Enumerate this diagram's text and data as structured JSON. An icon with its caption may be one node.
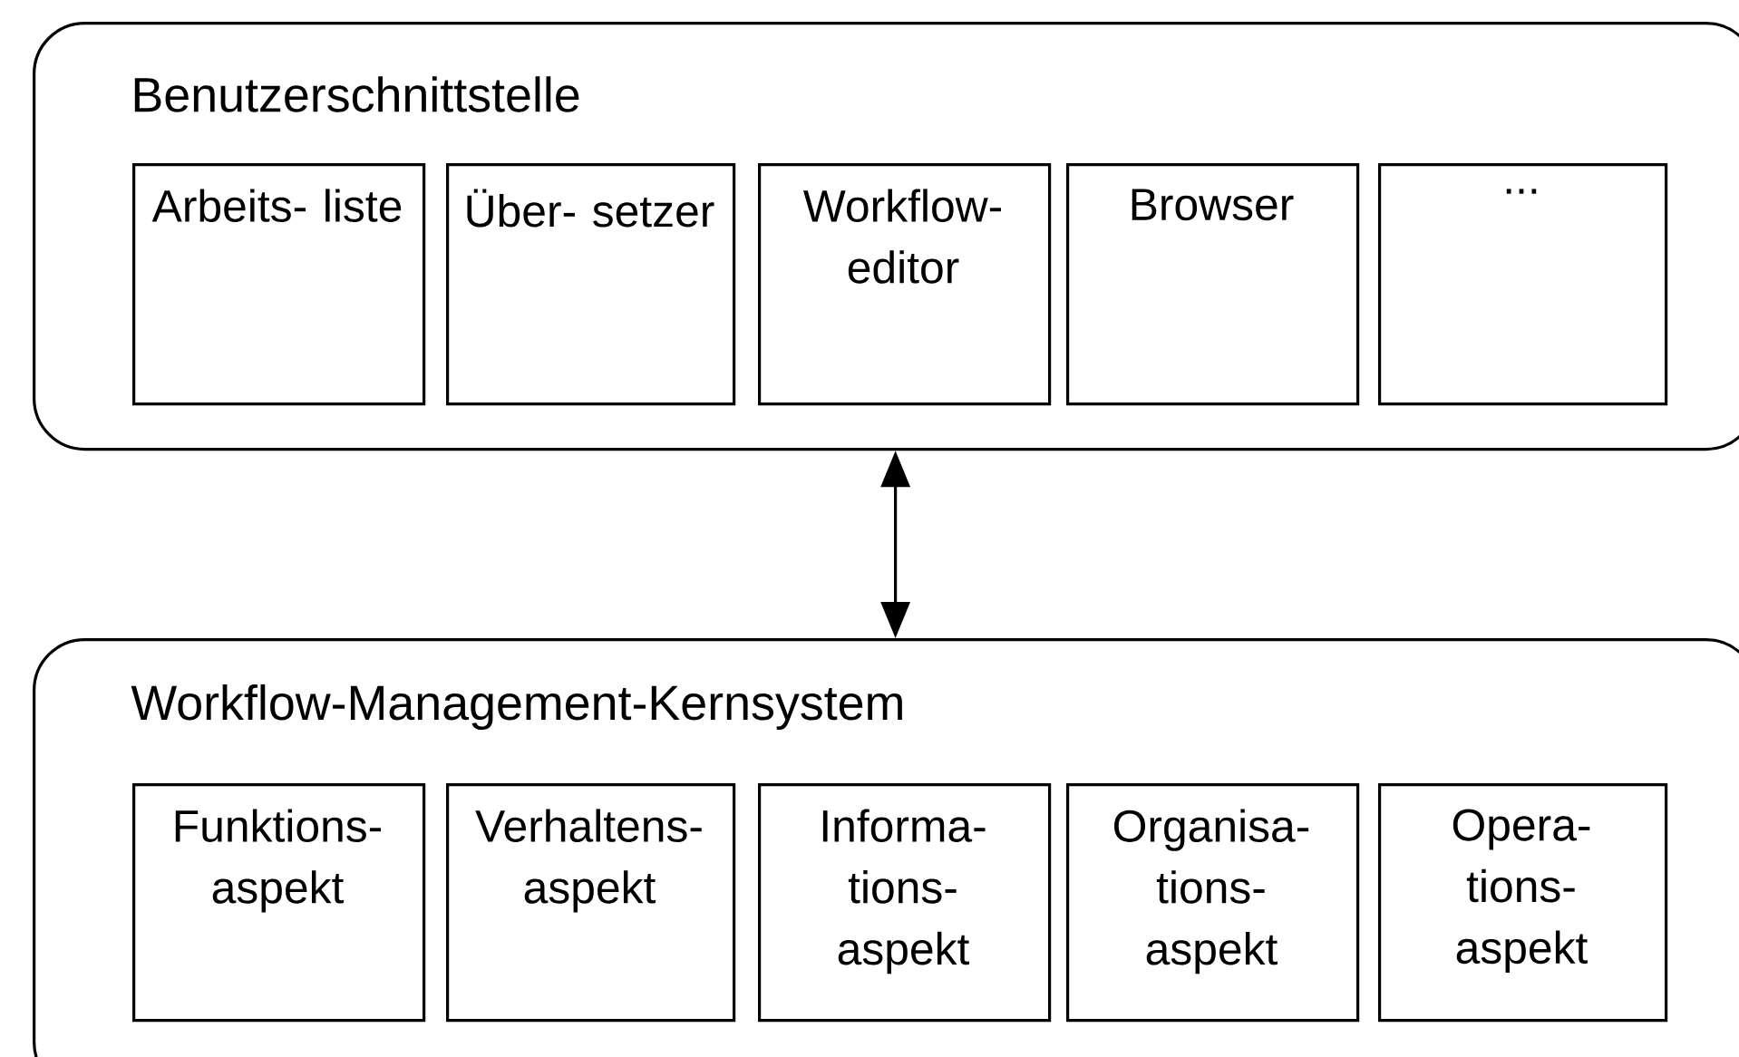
{
  "diagram": {
    "nodes": [
      {
        "text": [
          "Benutzerschnittstelle"
        ]
      },
      {
        "text": [
          "Arbeits- liste"
        ],
        "in": 0
      },
      {
        "text": [
          "Über- setzer"
        ],
        "in": 0
      },
      {
        "text": [
          "Workflow- editor"
        ],
        "in": 0
      },
      {
        "text": [
          "Browser"
        ],
        "in": 0
      },
      {
        "text": [
          "..."
        ],
        "in": 0
      },
      {
        "text": [
          "Workflow-Management-Kernsystem"
        ]
      },
      {
        "text": [
          "Funktions- aspekt"
        ],
        "in": 6
      },
      {
        "text": [
          "Verhaltens- aspekt"
        ],
        "in": 6
      },
      {
        "text": [
          "Informa- tions- aspekt"
        ],
        "in": 6
      },
      {
        "text": [
          "Organisa- tions- aspekt"
        ],
        "in": 6
      },
      {
        "text": [
          "Opera- tions- aspekt"
        ],
        "in": 6
      }
    ],
    "edges": [
      {
        "from": 0,
        "to": 6,
        "arrow": "both"
      }
    ]
  }
}
